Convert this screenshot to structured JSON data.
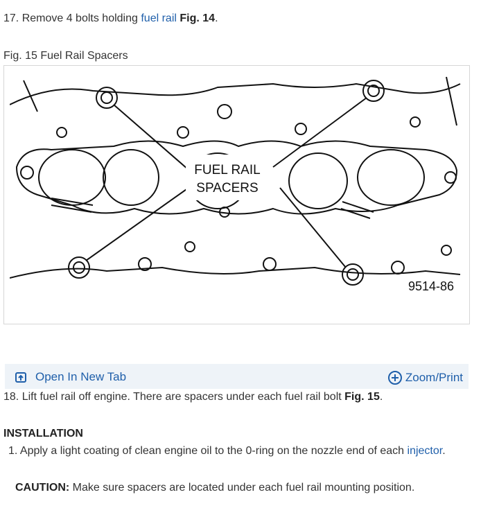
{
  "step17": {
    "prefix": "17. Remove 4 bolts holding ",
    "link": "fuel rail",
    "space": " ",
    "fig": "Fig. 14",
    "suffix": "."
  },
  "figure": {
    "caption": "Fig. 15 Fuel Rail Spacers",
    "label_line1": "FUEL RAIL",
    "label_line2": "SPACERS",
    "code": "9514-86",
    "open_tab": "Open In New Tab",
    "zoom": "Zoom/Print"
  },
  "step18": {
    "text": "18. Lift fuel rail off engine. There are spacers under each fuel rail bolt ",
    "fig": "Fig. 15",
    "suffix": "."
  },
  "installation": {
    "heading": "INSTALLATION",
    "step1_prefix": "1. Apply a light coating of clean engine oil to the 0-ring on the nozzle end of each ",
    "step1_link": "injector",
    "step1_suffix": "."
  },
  "caution": {
    "label": "CAUTION:",
    "text": " Make sure spacers are located under each fuel rail mounting position."
  }
}
